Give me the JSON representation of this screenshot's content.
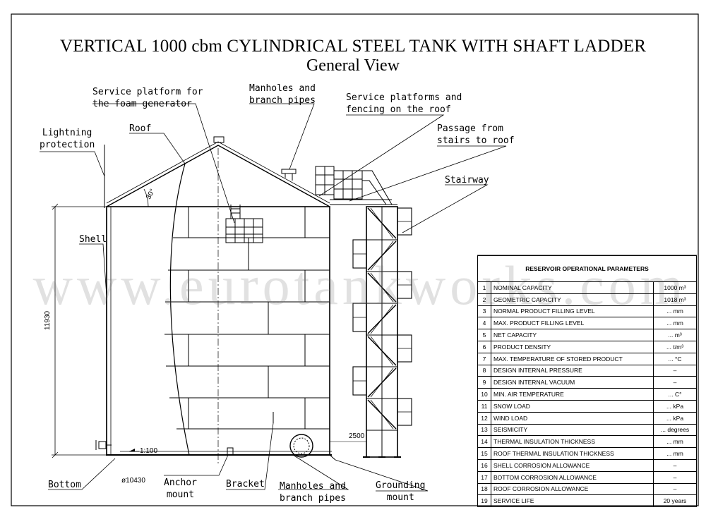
{
  "title": "VERTICAL 1000 cbm CYLINDRICAL STEEL TANK WITH SHAFT LADDER",
  "subtitle": "General View",
  "labels": {
    "service_platform_foam": [
      "Service platform for",
      "the foam generator"
    ],
    "manholes_top": [
      "Manholes and",
      "branch pipes"
    ],
    "service_platforms_roof": [
      "Service platforms and",
      "fencing on the roof"
    ],
    "lightning": [
      "Lightning",
      "protection"
    ],
    "roof": "Roof",
    "passage": [
      "Passage from",
      "stairs to roof"
    ],
    "stairway": "Stairway",
    "shell": "Shell",
    "bottom": "Bottom",
    "anchor": [
      "Anchor",
      "mount"
    ],
    "bracket": "Bracket",
    "manholes_bottom": [
      "Manholes and",
      "branch pipes"
    ],
    "grounding": [
      "Grounding",
      "mount"
    ]
  },
  "dimensions": {
    "height": "11930",
    "diameter": "ø10430",
    "slope": "1:100",
    "roof_angle": "30°",
    "stair_offset": "2500"
  },
  "watermark": "www.eurotankworks.com",
  "params_table": {
    "title": "RESERVOIR OPERATIONAL PARAMETERS",
    "rows": [
      {
        "n": "1",
        "name": "NOMINAL CAPACITY",
        "value": "1000 m³"
      },
      {
        "n": "2",
        "name": "GEOMETRIC CAPACITY",
        "value": "1018 m³"
      },
      {
        "n": "3",
        "name": "NORMAL PRODUCT FILLING LEVEL",
        "value": "... mm"
      },
      {
        "n": "4",
        "name": "MAX. PRODUCT FILLING LEVEL",
        "value": "... mm"
      },
      {
        "n": "5",
        "name": "NET CAPACITY",
        "value": "... m³"
      },
      {
        "n": "6",
        "name": "PRODUCT DENSITY",
        "value": "... t/m³"
      },
      {
        "n": "7",
        "name": "MAX. TEMPERATURE OF STORED PRODUCT",
        "value": "... °C"
      },
      {
        "n": "8",
        "name": "DESIGN INTERNAL PRESSURE",
        "value": "–"
      },
      {
        "n": "9",
        "name": " DESIGN INTERNAL VACUUM",
        "value": "–"
      },
      {
        "n": "10",
        "name": "MIN. AIR TEMPERATURE",
        "value": "... C°"
      },
      {
        "n": "11",
        "name": "SNOW LOAD",
        "value": "... kPa"
      },
      {
        "n": "12",
        "name": "WIND LOAD",
        "value": "... kPa"
      },
      {
        "n": "13",
        "name": "SEISMICITY",
        "value": "... degrees"
      },
      {
        "n": "14",
        "name": "THERMAL INSULATION THICKNESS",
        "value": "... mm"
      },
      {
        "n": "15",
        "name": "ROOF THERMAL INSULATION THICKNESS",
        "value": "... mm"
      },
      {
        "n": "16",
        "name": "SHELL CORROSION ALLOWANCE",
        "value": "–"
      },
      {
        "n": "17",
        "name": " BOTTOM CORROSION ALLOWANCE",
        "value": "–"
      },
      {
        "n": "18",
        "name": "ROOF CORROSION ALLOWANCE",
        "value": "–"
      },
      {
        "n": "19",
        "name": "SERVICE LIFE",
        "value": "20 years"
      }
    ]
  },
  "colors": {
    "line": "#000000",
    "background": "#ffffff",
    "watermark": "#787878"
  }
}
